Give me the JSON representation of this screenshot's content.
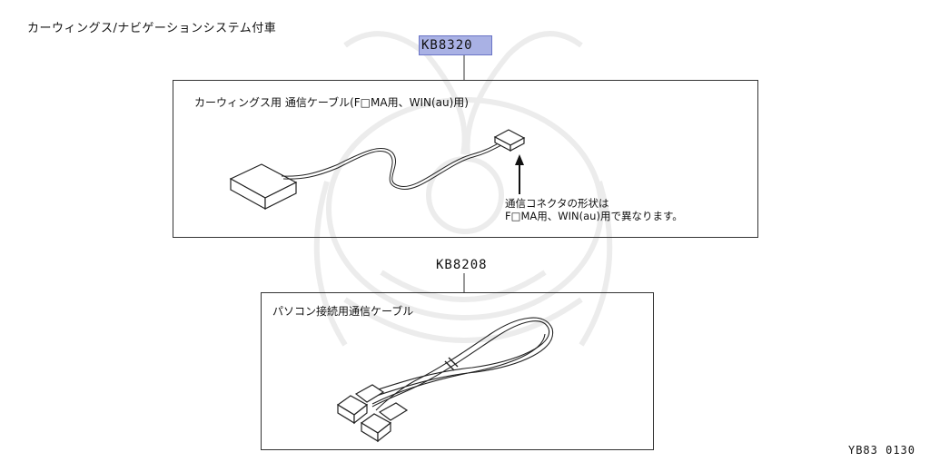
{
  "header": {
    "title": "カーウィングス/ナビゲーションシステム付車"
  },
  "parts": [
    {
      "code": "KB8320",
      "description": "カーウィングス用 通信ケーブル(F□MA用、WIN(au)用)",
      "note_lines": [
        "通信コネクタの形状は",
        "F□MA用、WIN(au)用で異なります。"
      ]
    },
    {
      "code": "KB8208",
      "description": "パソコン接続用通信ケーブル"
    }
  ],
  "footer": {
    "code": "YB83 0130"
  },
  "colors": {
    "highlight": "#a9b1e4",
    "line": "#333333"
  }
}
